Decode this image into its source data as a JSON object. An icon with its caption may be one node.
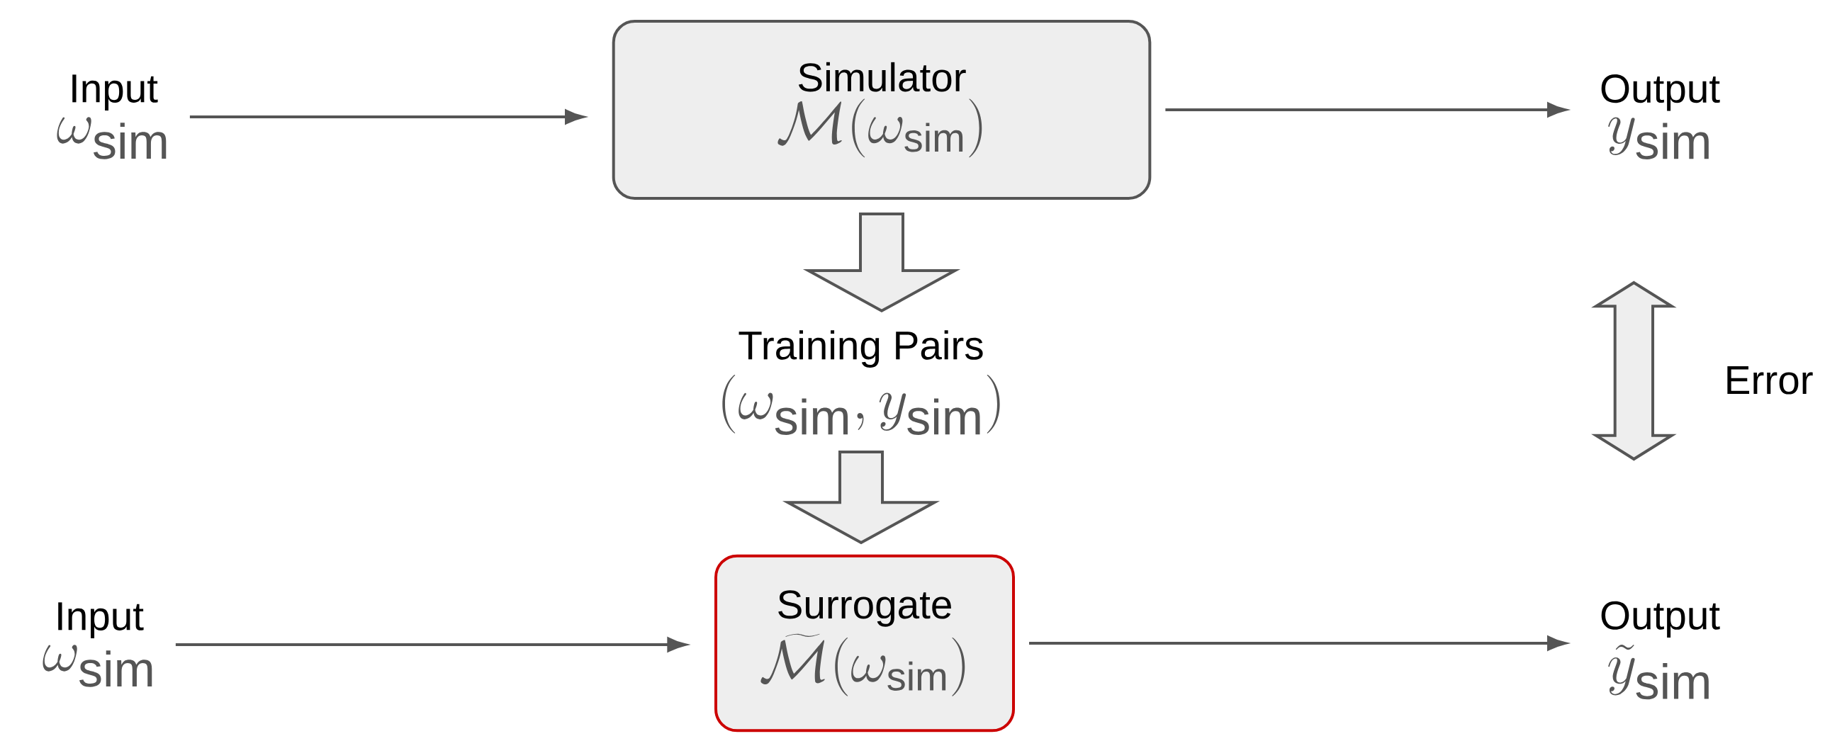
{
  "diagram": {
    "nodes": [
      {
        "text": [
          "Input",
          "\\omega_{\\mathrm{sim}}"
        ]
      },
      {
        "text": [
          "Simulator",
          "\\mathcal{M}(\\omega_{\\mathrm{sim}})"
        ]
      },
      {
        "text": [
          "Output",
          "y_{\\mathrm{sim}}"
        ]
      },
      {
        "text": [
          "Training Pairs",
          "\\left(\\omega_{\\mathrm{sim}}, y_{\\mathrm{sim}}\\right)"
        ]
      },
      {
        "text": [
          "Surrogate",
          "\\widetilde{\\mathcal{M}}(\\omega_{\\mathrm{sim}})"
        ]
      },
      {
        "text": [
          "Input",
          "\\omega_{\\mathrm{sim}}"
        ]
      },
      {
        "text": [
          "Output",
          "\\tilde{y}_{\\mathrm{sim}}"
        ]
      }
    ],
    "edges": [
      {
        "from": 0,
        "to": 1,
        "arrow": "to"
      },
      {
        "from": 1,
        "to": 2,
        "arrow": "to"
      },
      {
        "from": 1,
        "to": 3,
        "arrow": "to",
        "style": "thick"
      },
      {
        "from": 3,
        "to": 4,
        "arrow": "to",
        "style": "thick"
      },
      {
        "from": 5,
        "to": 4,
        "arrow": "to"
      },
      {
        "from": 4,
        "to": 6,
        "arrow": "to"
      },
      {
        "from": 2,
        "to": 6,
        "arrow": "both",
        "style": "thick",
        "label": "Error"
      }
    ]
  }
}
